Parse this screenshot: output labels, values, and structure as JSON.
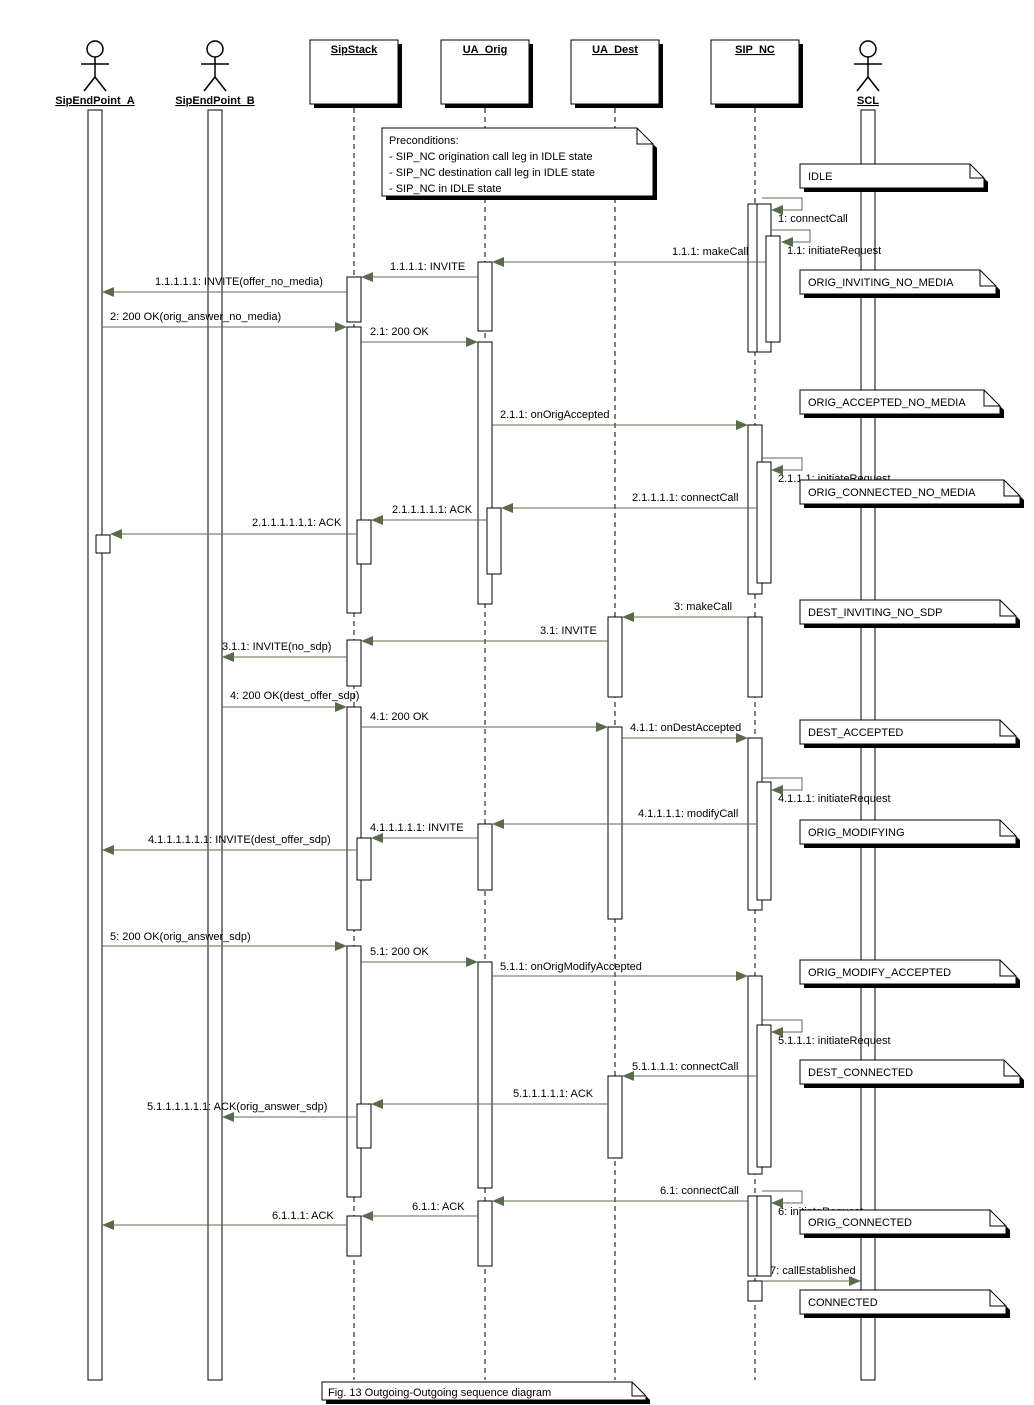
{
  "participants": [
    {
      "id": "A",
      "label": "SipEndPoint_A",
      "kind": "actor"
    },
    {
      "id": "B",
      "label": "SipEndPoint_B",
      "kind": "actor"
    },
    {
      "id": "SS",
      "label": "SipStack",
      "kind": "object"
    },
    {
      "id": "UO",
      "label": "UA_Orig",
      "kind": "object"
    },
    {
      "id": "UD",
      "label": "UA_Dest",
      "kind": "object"
    },
    {
      "id": "NC",
      "label": "SIP_NC",
      "kind": "object"
    },
    {
      "id": "SCL",
      "label": "SCL",
      "kind": "actor"
    }
  ],
  "preconditions": {
    "title": "Preconditions:",
    "lines": [
      "- SIP_NC origination call leg in IDLE state",
      "- SIP_NC destination call leg in IDLE state",
      "- SIP_NC in IDLE state"
    ]
  },
  "messages": [
    {
      "label": "1: connectCall"
    },
    {
      "label": "1.1: initiateRequest"
    },
    {
      "label": "1.1.1: makeCall"
    },
    {
      "label": "1.1.1.1: INVITE"
    },
    {
      "label": "1.1.1.1.1: INVITE(offer_no_media)"
    },
    {
      "label": "2: 200 OK(orig_answer_no_media)"
    },
    {
      "label": "2.1: 200 OK"
    },
    {
      "label": "2.1.1: onOrigAccepted"
    },
    {
      "label": "2.1.1.1: initiateRequest"
    },
    {
      "label": "2.1.1.1.1: connectCall"
    },
    {
      "label": "2.1.1.1.1.1: ACK"
    },
    {
      "label": "2.1.1.1.1.1.1: ACK"
    },
    {
      "label": "3: makeCall"
    },
    {
      "label": "3.1: INVITE"
    },
    {
      "label": "3.1.1: INVITE(no_sdp)"
    },
    {
      "label": "4: 200 OK(dest_offer_sdp)"
    },
    {
      "label": "4.1: 200 OK"
    },
    {
      "label": "4.1.1: onDestAccepted"
    },
    {
      "label": "4.1.1.1: initiateRequest"
    },
    {
      "label": "4.1.1.1.1: modifyCall"
    },
    {
      "label": "4.1.1.1.1.1: INVITE"
    },
    {
      "label": "4.1.1.1.1.1.1: INVITE(dest_offer_sdp)"
    },
    {
      "label": "5: 200 OK(orig_answer_sdp)"
    },
    {
      "label": "5.1: 200 OK"
    },
    {
      "label": "5.1.1: onOrigModifyAccepted"
    },
    {
      "label": "5.1.1.1: initiateRequest"
    },
    {
      "label": "5.1.1.1.1: connectCall"
    },
    {
      "label": "5.1.1.1.1.1: ACK"
    },
    {
      "label": "5.1.1.1.1.1.1: ACK(orig_answer_sdp)"
    },
    {
      "label": "6: initiateRequest"
    },
    {
      "label": "6.1: connectCall"
    },
    {
      "label": "6.1.1: ACK"
    },
    {
      "label": "6.1.1.1: ACK"
    },
    {
      "label": "7: callEstablished"
    }
  ],
  "states": [
    {
      "label": "IDLE"
    },
    {
      "label": "ORIG_INVITING_NO_MEDIA"
    },
    {
      "label": "ORIG_ACCEPTED_NO_MEDIA"
    },
    {
      "label": "ORIG_CONNECTED_NO_MEDIA"
    },
    {
      "label": "DEST_INVITING_NO_SDP"
    },
    {
      "label": "DEST_ACCEPTED"
    },
    {
      "label": "ORIG_MODIFYING"
    },
    {
      "label": "ORIG_MODIFY_ACCEPTED"
    },
    {
      "label": "DEST_CONNECTED"
    },
    {
      "label": "ORIG_CONNECTED"
    },
    {
      "label": "CONNECTED"
    }
  ],
  "caption": "Fig. 13 Outgoing-Outgoing sequence diagram",
  "colors": {
    "line": "#000000",
    "arrow": "#5a6b4c",
    "shadow": "#000000"
  }
}
